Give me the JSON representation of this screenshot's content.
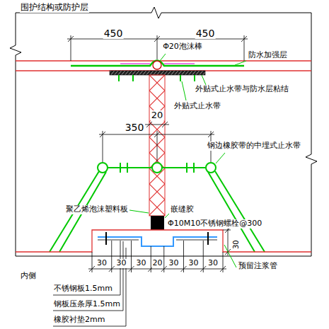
{
  "diagram": {
    "labels": [
      "围护结构或防护层",
      "450",
      "450",
      "Φ20泡沫棒",
      "防水加强层",
      "外贴式止水带与防水层粘结",
      "外贴式止水带",
      "20",
      "350",
      "钢边橡胶带的中埋式止水带",
      "聚乙烯泡沫塑料板",
      "嵌缝胶",
      "Φ10M10不锈钢螺栓@300",
      "30",
      "预留注浆管",
      "内侧",
      "30",
      "30",
      "30",
      "20",
      "30",
      "30",
      "30",
      "不锈钢板1.5mm",
      "钢板压条厚1.5mm",
      "橡胶衬垫2mm"
    ]
  }
}
